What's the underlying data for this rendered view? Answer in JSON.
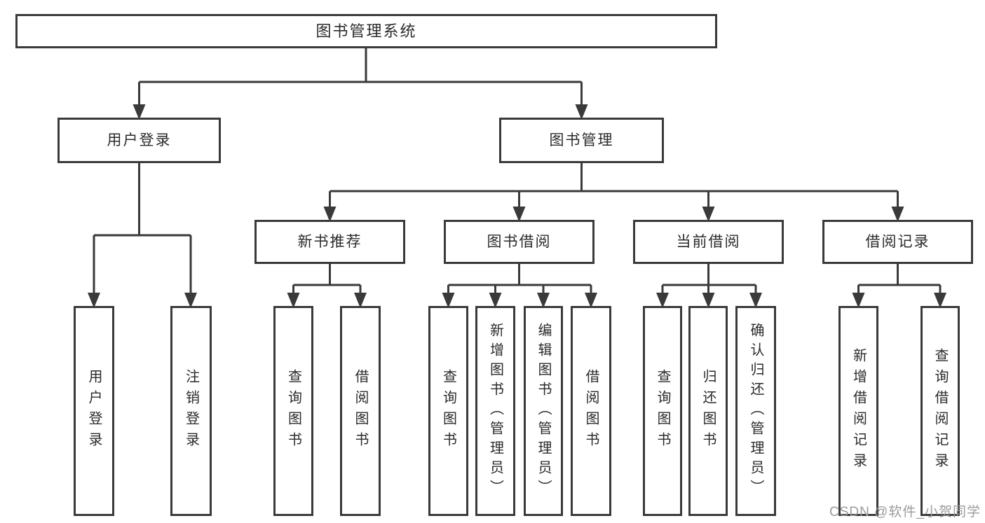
{
  "diagram": {
    "root": {
      "label": "图书管理系统"
    },
    "branches": {
      "user_login": {
        "label": "用户登录"
      },
      "book_management": {
        "label": "图书管理"
      }
    },
    "modules": {
      "new_book_recommend": {
        "label": "新书推荐"
      },
      "book_borrow": {
        "label": "图书借阅"
      },
      "current_borrow": {
        "label": "当前借阅"
      },
      "borrow_records": {
        "label": "借阅记录"
      }
    },
    "leaves": [
      {
        "label": "用户登录"
      },
      {
        "label": "注销登录"
      },
      {
        "label": "查询图书"
      },
      {
        "label": "借阅图书"
      },
      {
        "label": "查询图书"
      },
      {
        "label": "新增图书（管理员）"
      },
      {
        "label": "编辑图书（管理员）"
      },
      {
        "label": "借阅图书"
      },
      {
        "label": "查询图书"
      },
      {
        "label": "归还图书"
      },
      {
        "label": "确认归还（管理员）"
      },
      {
        "label": "新增借阅记录"
      },
      {
        "label": "查询借阅记录"
      }
    ]
  },
  "watermark": {
    "text": "CSDN @软件_小贺同学"
  },
  "colors": {
    "line": "#3a3a3a",
    "box_border": "#3a3a3a",
    "background": "#ffffff",
    "text": "#2b2b2b",
    "watermark": "#9b9ba1"
  }
}
